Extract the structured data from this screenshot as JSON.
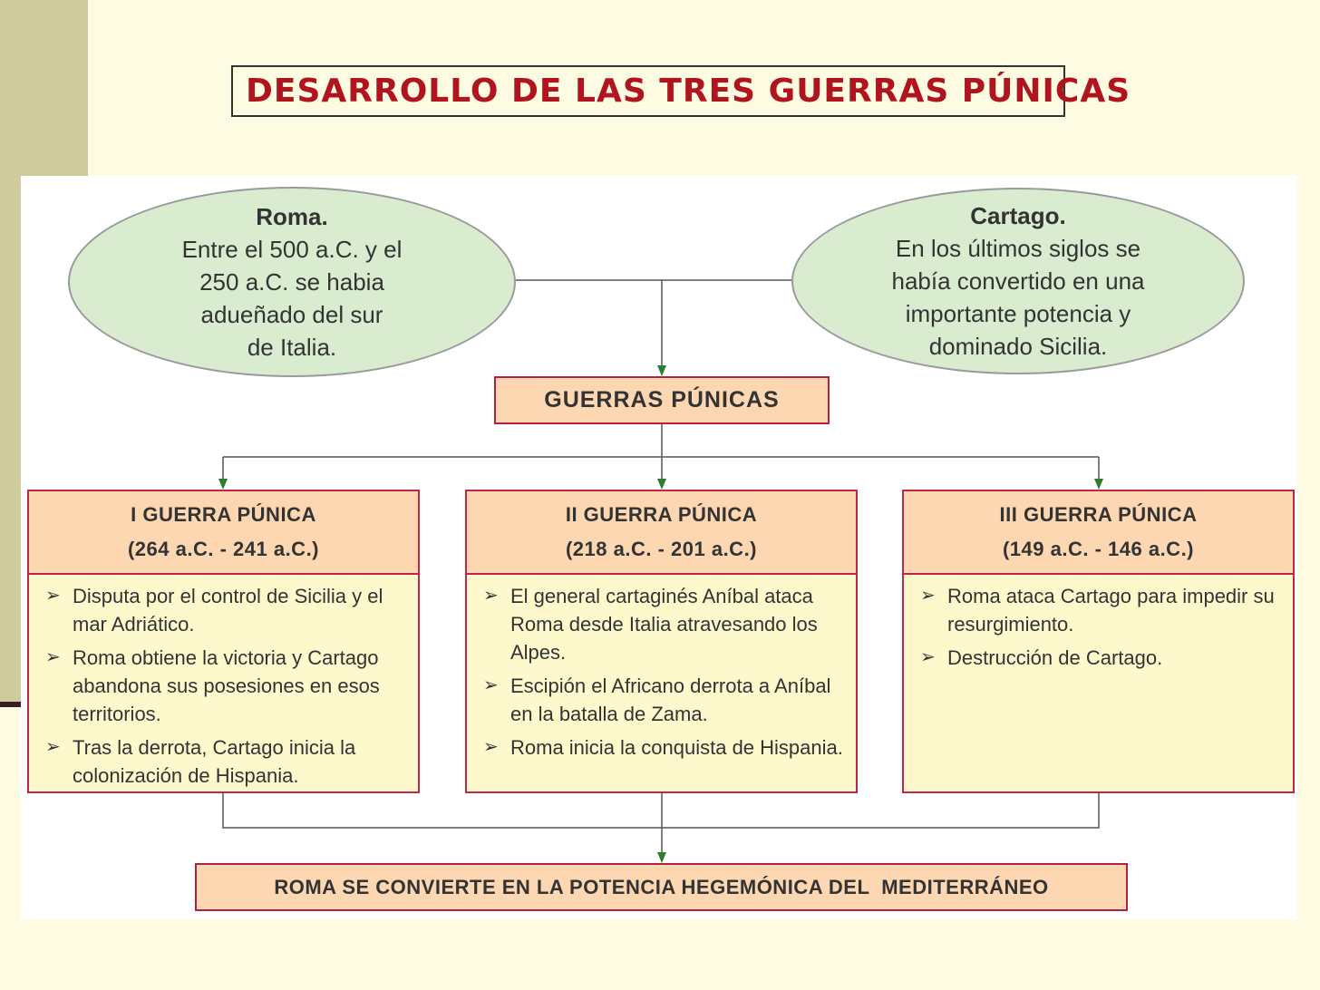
{
  "title": "DESARROLLO DE LAS TRES GUERRAS PÚNICAS",
  "colors": {
    "title_red": "#b0141e",
    "oval_green": "#d9ecd0",
    "box_peach": "#fcd7b2",
    "box_border": "#c0264a",
    "card_yellow": "#fdf9cd",
    "arrow_green": "#2e7d2e"
  },
  "roma": {
    "title": "Roma.",
    "lines": [
      "Entre el 500 a.C. y el",
      "250 a.C. se habia",
      "adueñado del sur",
      "de Italia."
    ]
  },
  "cartago": {
    "title": "Cartago.",
    "lines": [
      "En los últimos siglos se",
      "había convertido en una",
      "importante potencia y",
      "dominado Sicilia."
    ]
  },
  "center": {
    "label": "GUERRAS PÚNICAS"
  },
  "wars": [
    {
      "name": "I GUERRA PÚNICA",
      "dates": "(264 a.C. - 241 a.C.)",
      "items": [
        "Disputa por el control de Sicilia y el mar Adriático.",
        "Roma obtiene la victoria y Cartago abandona sus posesiones en esos territorios.",
        "Tras la derrota, Cartago inicia la colonización de Hispania."
      ]
    },
    {
      "name": "II GUERRA PÚNICA",
      "dates": "(218 a.C. - 201 a.C.)",
      "items": [
        "El general cartaginés Aníbal ataca Roma desde Italia atravesando los Alpes.",
        "Escipión el Africano derrota a Aníbal en la batalla de Zama.",
        "Roma inicia la conquista de Hispania."
      ]
    },
    {
      "name": "III GUERRA PÚNICA",
      "dates": "(149 a.C. - 146 a.C.)",
      "items": [
        "Roma ataca Cartago para impedir su resurgimiento.",
        "Destrucción de Cartago."
      ]
    }
  ],
  "conclusion": {
    "label": "ROMA SE CONVIERTE EN LA POTENCIA HEGEMÓNICA DEL  MEDITERRÁNEO"
  }
}
